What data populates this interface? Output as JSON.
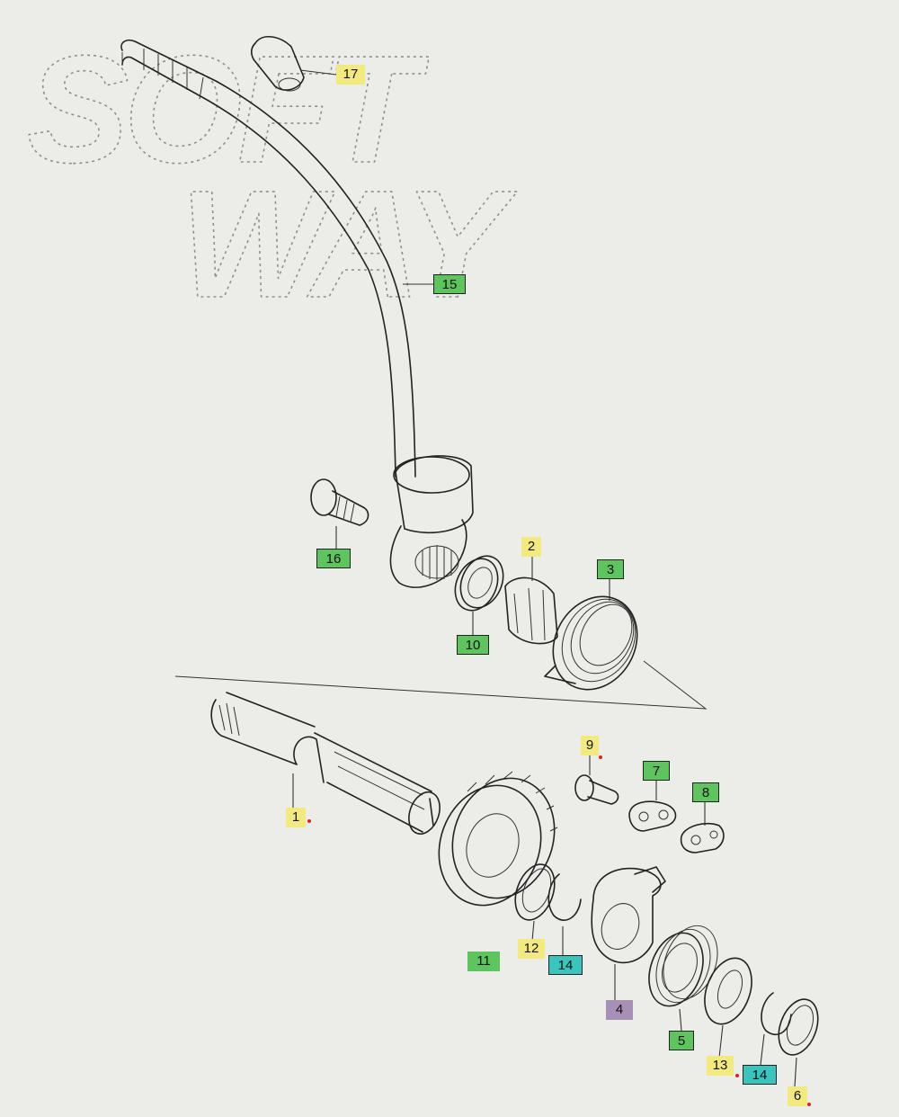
{
  "watermark": {
    "line1": "SOFT",
    "line2": "WAY"
  },
  "colors": {
    "yellow": "#f2ea7e",
    "green": "#5ec45e",
    "cyan": "#39c5bd",
    "purple": "#a790b5",
    "marker": "#dd2222"
  },
  "callouts": [
    {
      "id": "c17",
      "text": "17",
      "color": "yellow",
      "boxed": false
    },
    {
      "id": "c15",
      "text": "15",
      "color": "green",
      "boxed": true
    },
    {
      "id": "c16",
      "text": "16",
      "color": "green",
      "boxed": true
    },
    {
      "id": "c2",
      "text": "2",
      "color": "yellow",
      "boxed": false
    },
    {
      "id": "c3",
      "text": "3",
      "color": "green",
      "boxed": true
    },
    {
      "id": "c10",
      "text": "10",
      "color": "green",
      "boxed": true
    },
    {
      "id": "c9",
      "text": "9",
      "color": "yellow",
      "boxed": false
    },
    {
      "id": "c7",
      "text": "7",
      "color": "green",
      "boxed": true
    },
    {
      "id": "c8",
      "text": "8",
      "color": "green",
      "boxed": true
    },
    {
      "id": "c1",
      "text": "1",
      "color": "yellow",
      "boxed": false
    },
    {
      "id": "c11",
      "text": "11",
      "color": "green",
      "boxed": false
    },
    {
      "id": "c12",
      "text": "12",
      "color": "yellow",
      "boxed": false
    },
    {
      "id": "c14a",
      "text": "14",
      "color": "cyan",
      "boxed": true
    },
    {
      "id": "c4",
      "text": "4",
      "color": "purple",
      "boxed": false
    },
    {
      "id": "c5",
      "text": "5",
      "color": "green",
      "boxed": true
    },
    {
      "id": "c13",
      "text": "13",
      "color": "yellow",
      "boxed": false
    },
    {
      "id": "c14b",
      "text": "14",
      "color": "cyan",
      "boxed": true
    },
    {
      "id": "c6",
      "text": "6",
      "color": "yellow",
      "boxed": false
    }
  ]
}
